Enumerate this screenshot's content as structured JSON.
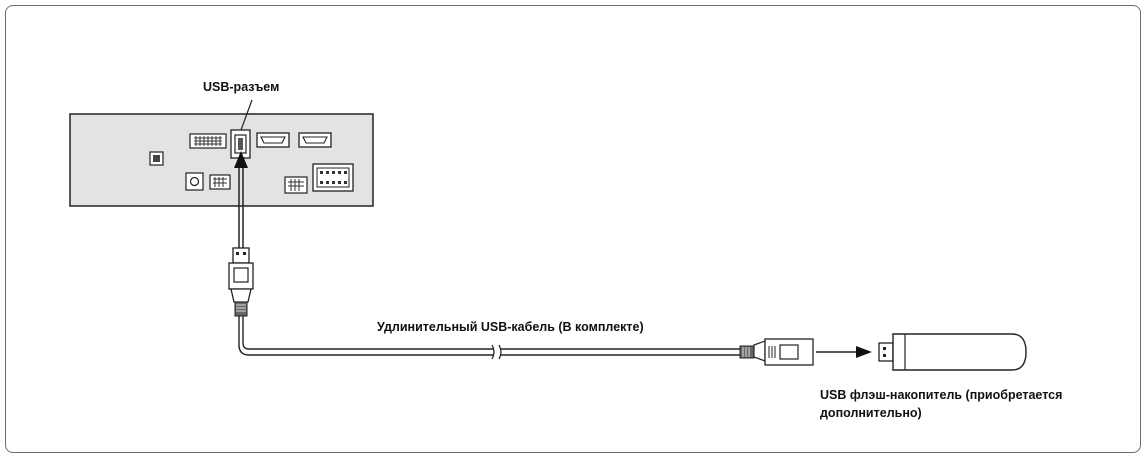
{
  "labels": {
    "usb_port": "USB-разъем",
    "extension_cable": "Удлинительный USB-кабель (В комплекте)",
    "flash_drive_line1": "USB флэш-накопитель (приобретается",
    "flash_drive_line2": "дополнительно)"
  },
  "colors": {
    "unit_fill": "#e3e3e3",
    "line": "#1a1a1a",
    "frame": "#6e6e6e"
  },
  "icons": [
    "head-unit",
    "usb-port-icon",
    "usb-plug-icon",
    "usb-flash-drive-icon",
    "arrow-icon"
  ]
}
